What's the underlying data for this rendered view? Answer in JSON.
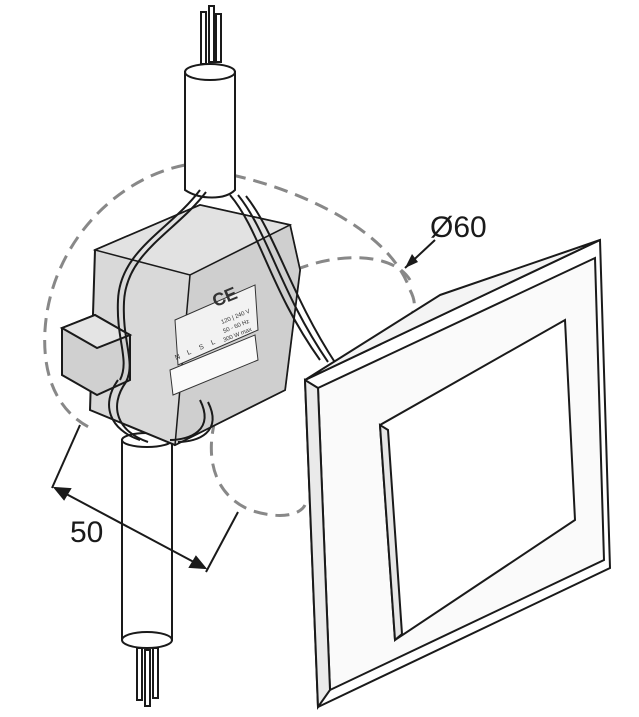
{
  "dimensions": {
    "diameter_label": "Ø60",
    "depth_label": "50"
  },
  "module_markings": {
    "ce_mark": "CE",
    "voltage": "120 | 240 V",
    "frequency": "50 - 60 Hz",
    "power": "300 W max",
    "terminals": [
      "N",
      "L",
      "S",
      "L"
    ]
  },
  "colors": {
    "line": "#1a1a1a",
    "module_fill": "#d9d9d9",
    "dashed_outline": "#888888"
  }
}
